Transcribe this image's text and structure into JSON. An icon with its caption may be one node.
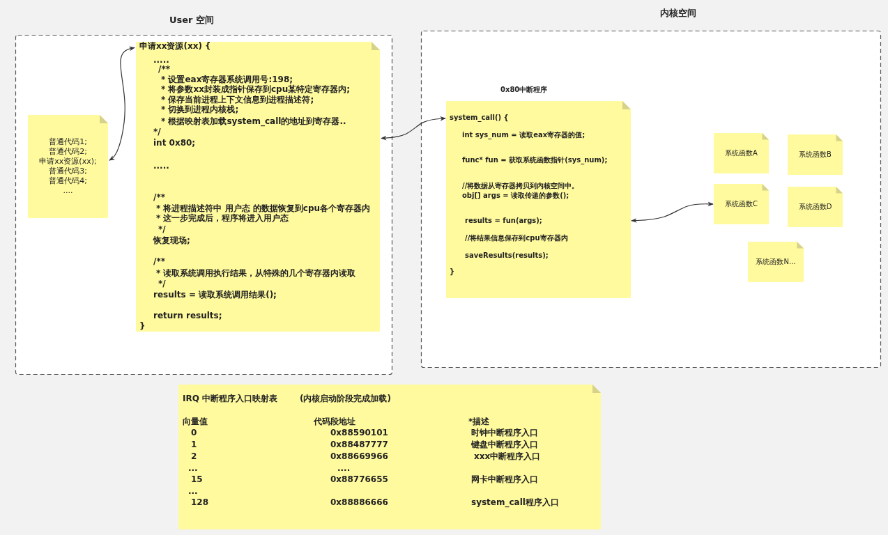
{
  "diagram": {
    "nodes": [
      {
        "text": [
          "User 空间"
        ]
      },
      {
        "text": [
          "普通代码1;",
          "普通代码2;",
          "申请xx资源(xx);",
          "普通代码3;",
          "普通代码4;",
          "...."
        ],
        "in": 0
      },
      {
        "text": [
          "申请xx资源(xx) {",
          ".....",
          "/**",
          "* 设置eax寄存器系统调用号:198;",
          "* 将参数xx封装成指针保存到cpu某特定寄存器内;",
          "* 保存当前进程上下文信息到进程描述符;",
          "* 切换到进程内核栈;",
          "* 根据映射表加载system_call的地址到寄存器..",
          "*/",
          "int 0x80;",
          ".....",
          "/**",
          "* 将进程描述符中 用户态 的数据恢复到cpu各个寄存器内",
          "* 这一步完成后，程序将进入用户态",
          "*/",
          "恢复现场;",
          "/**",
          "* 读取系统调用执行结果，从特殊的几个寄存器内读取",
          "*/",
          "results = 读取系统调用结果();",
          "return results;",
          "}"
        ],
        "in": 0
      },
      {
        "text": [
          "内核空间"
        ]
      },
      {
        "text": [
          "0x80中断程序",
          "system_call() {",
          "int sys_num = 读取eax寄存器的值;",
          "func* fun = 获取系统函数指针(sys_num);",
          "//将数据从寄存器拷贝到内核空间中。",
          "obj[] args = 读取传递的参数();",
          "results = fun(args);",
          "//将结果信息保存到cpu寄存器内",
          "saveResults(results);",
          "}"
        ],
        "in": 3
      },
      {
        "text": [
          "系统函数A"
        ],
        "in": 3
      },
      {
        "text": [
          "系统函数B"
        ],
        "in": 3
      },
      {
        "text": [
          "系统函数C"
        ],
        "in": 3
      },
      {
        "text": [
          "系统函数D"
        ],
        "in": 3
      },
      {
        "text": [
          "系统函数N..."
        ],
        "in": 3
      },
      {
        "text": [
          "IRQ 中断程序入口映射表",
          "(内核启动阶段完成加载)",
          "向量值",
          "代码段地址",
          "*描述",
          "0",
          "0x88590101",
          "时钟中断程序入口",
          "1",
          "0x88487777",
          "键盘中断程序入口",
          "2",
          "0x88669966",
          "xxx中断程序入口",
          "...",
          "....",
          "15",
          "0x88776655",
          "网卡中断程序入口",
          "...",
          "128",
          "0x88886666",
          "system_call程序入口"
        ]
      }
    ],
    "edges": [
      {
        "from": 2,
        "to": 1,
        "arrow": "both"
      },
      {
        "from": 2,
        "to": 4,
        "arrow": "both"
      },
      {
        "from": 4,
        "to": 7,
        "arrow": "both"
      }
    ]
  }
}
